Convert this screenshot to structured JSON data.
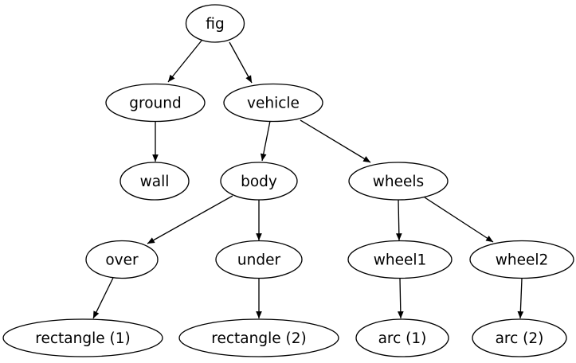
{
  "diagram": {
    "type": "directed-graph",
    "orientation": "top-down",
    "background_color": "#ffffff",
    "node_fill_color": "#ffffff",
    "node_stroke_color": "#000000",
    "edge_color": "#000000",
    "text_color": "#000000",
    "nodes": {
      "fig": {
        "label": "fig"
      },
      "ground": {
        "label": "ground"
      },
      "vehicle": {
        "label": "vehicle"
      },
      "wall": {
        "label": "wall"
      },
      "body": {
        "label": "body"
      },
      "wheels": {
        "label": "wheels"
      },
      "over": {
        "label": "over"
      },
      "under": {
        "label": "under"
      },
      "wheel1": {
        "label": "wheel1"
      },
      "wheel2": {
        "label": "wheel2"
      },
      "rectangle1": {
        "label": "rectangle (1)"
      },
      "rectangle2": {
        "label": "rectangle (2)"
      },
      "arc1": {
        "label": "arc (1)"
      },
      "arc2": {
        "label": "arc (2)"
      }
    },
    "edges": [
      {
        "from": "fig",
        "to": "ground"
      },
      {
        "from": "fig",
        "to": "vehicle"
      },
      {
        "from": "ground",
        "to": "wall"
      },
      {
        "from": "vehicle",
        "to": "body"
      },
      {
        "from": "vehicle",
        "to": "wheels"
      },
      {
        "from": "body",
        "to": "over"
      },
      {
        "from": "body",
        "to": "under"
      },
      {
        "from": "wheels",
        "to": "wheel1"
      },
      {
        "from": "wheels",
        "to": "wheel2"
      },
      {
        "from": "over",
        "to": "rectangle1"
      },
      {
        "from": "under",
        "to": "rectangle2"
      },
      {
        "from": "wheel1",
        "to": "arc1"
      },
      {
        "from": "wheel2",
        "to": "arc2"
      }
    ]
  }
}
